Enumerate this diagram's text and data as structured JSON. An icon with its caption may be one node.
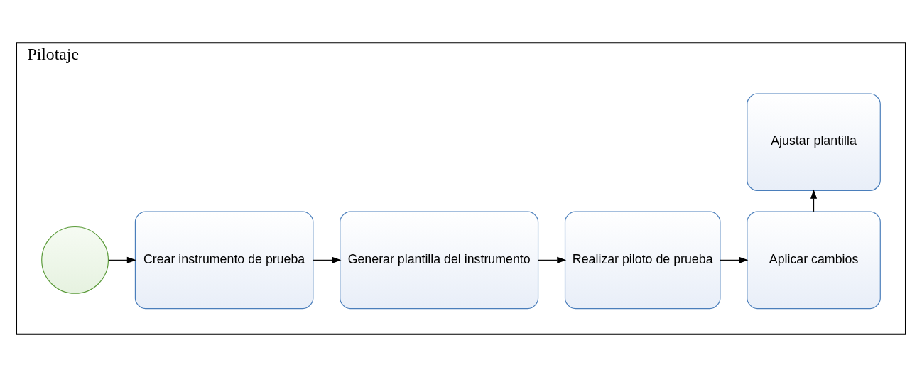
{
  "diagram": {
    "nodes": [
      {
        "text": [
          "Pilotaje"
        ]
      },
      {
        "text": [],
        "shape": "circle",
        "in": 0
      },
      {
        "text": [
          "Crear instrumento de prueba"
        ],
        "in": 0
      },
      {
        "text": [
          "Generar plantilla del instrumento"
        ],
        "in": 0
      },
      {
        "text": [
          "Realizar piloto de prueba"
        ],
        "in": 0
      },
      {
        "text": [
          "Aplicar cambios"
        ],
        "in": 0
      },
      {
        "text": [
          "Ajustar plantilla"
        ],
        "in": 0
      }
    ],
    "edges": [
      {
        "from": 1,
        "to": 2,
        "arrow": "to"
      },
      {
        "from": 2,
        "to": 3,
        "arrow": "to"
      },
      {
        "from": 3,
        "to": 4,
        "arrow": "to"
      },
      {
        "from": 4,
        "to": 5,
        "arrow": "to"
      },
      {
        "from": 5,
        "to": 6,
        "arrow": "to"
      }
    ]
  }
}
